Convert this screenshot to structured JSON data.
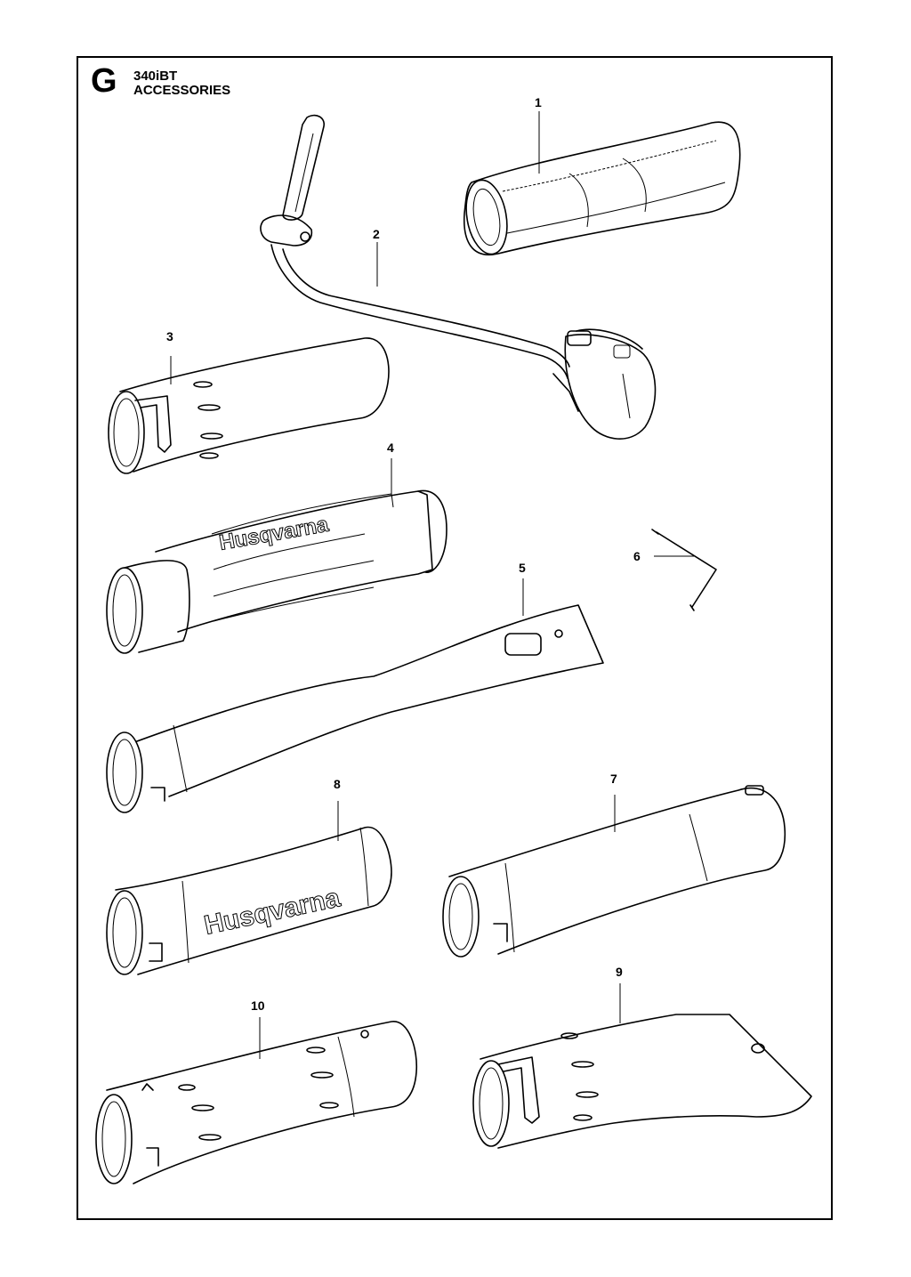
{
  "header": {
    "section_letter": "G",
    "model": "340iBT",
    "title": "ACCESSORIES"
  },
  "callouts": [
    "1",
    "2",
    "3",
    "4",
    "5",
    "6",
    "7",
    "8",
    "9",
    "10"
  ],
  "brand_text": "Husqvarna"
}
